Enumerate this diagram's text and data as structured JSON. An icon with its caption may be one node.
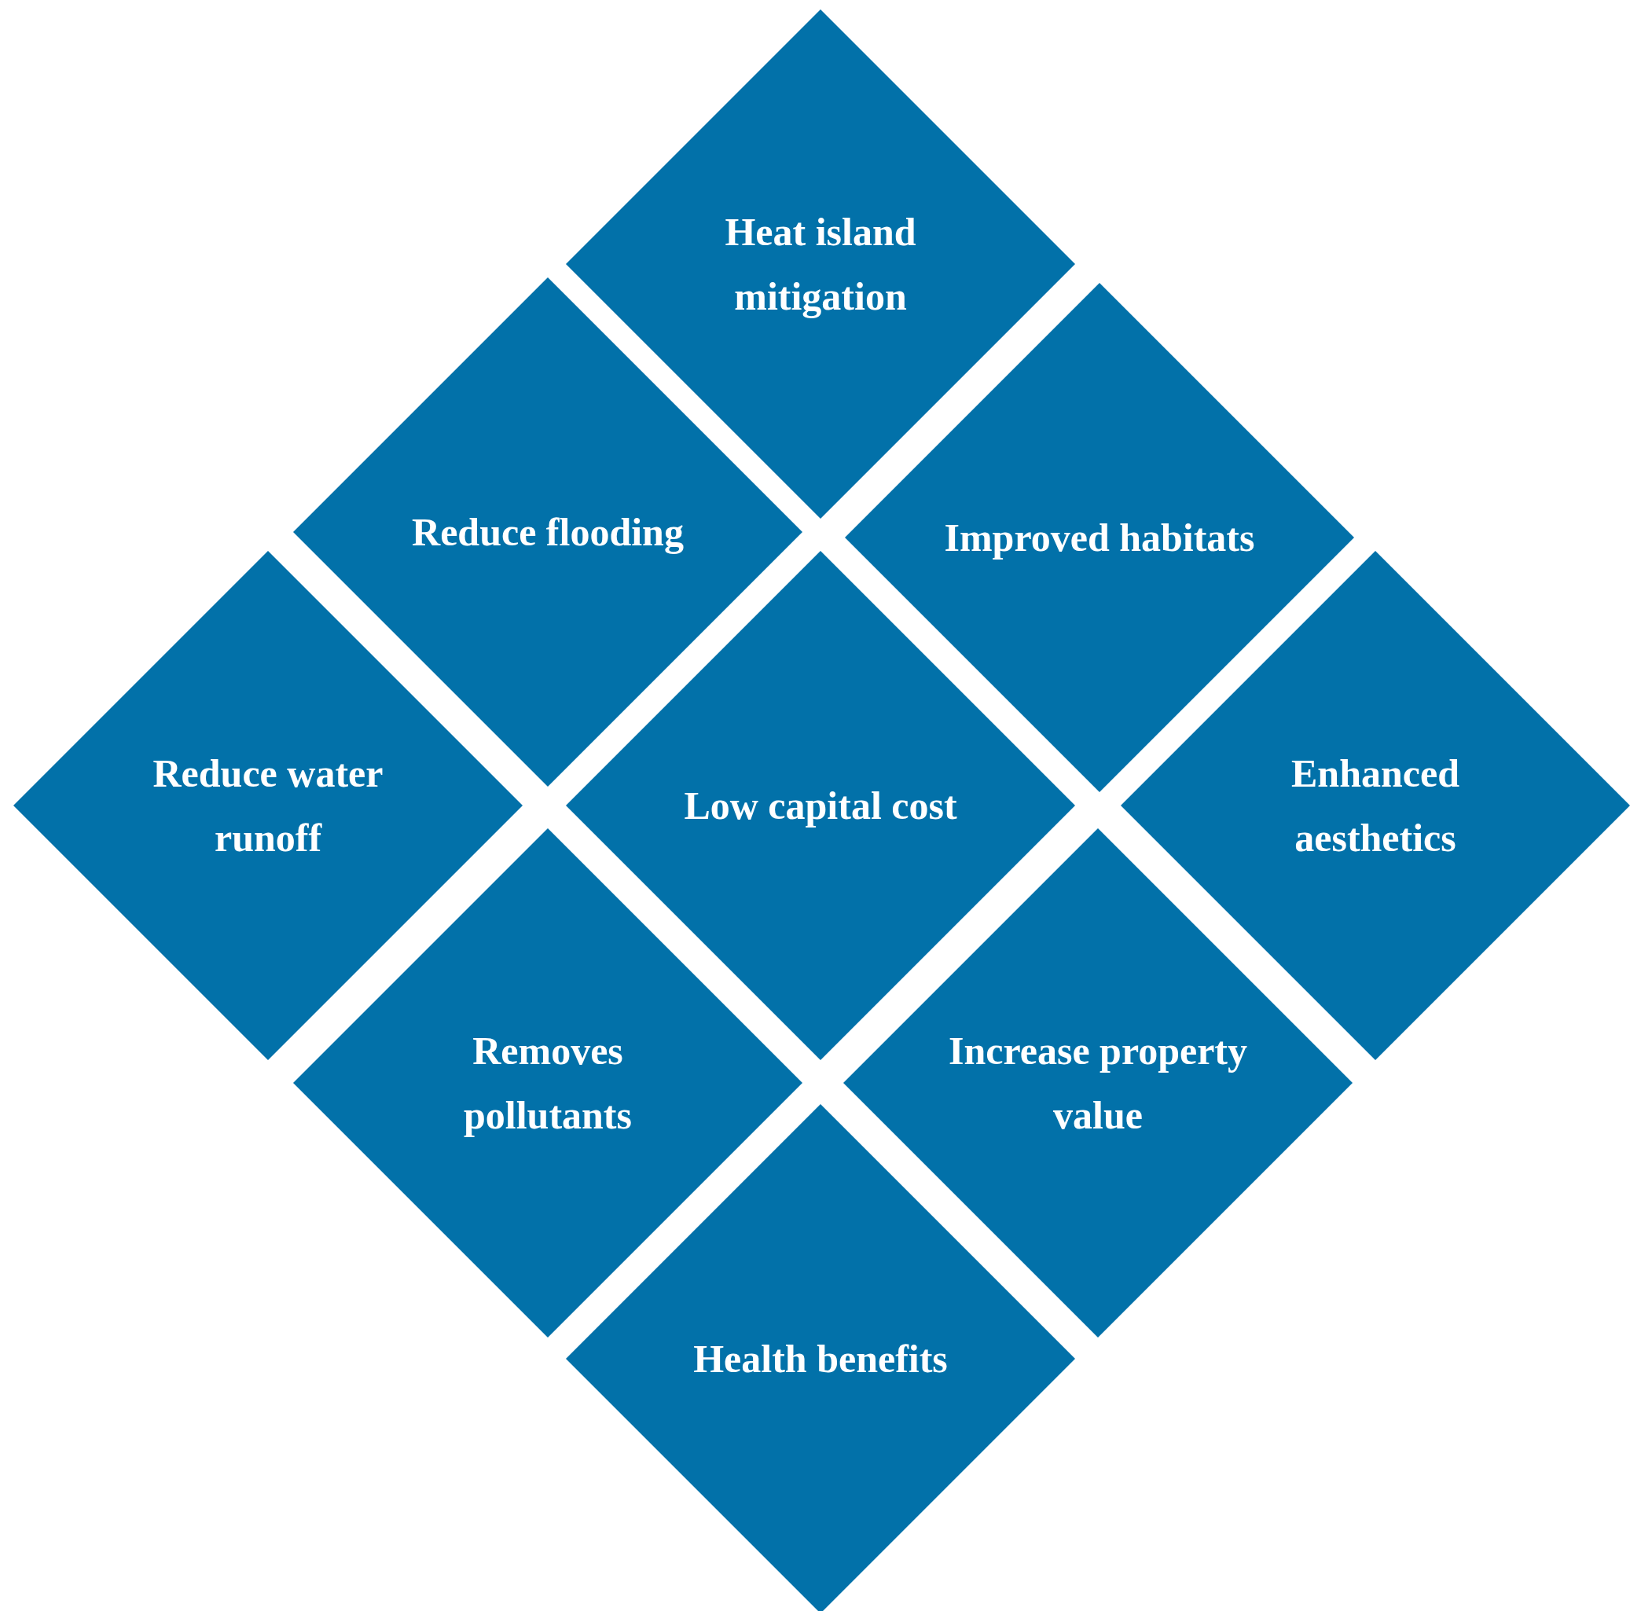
{
  "diagram": {
    "nodes": [
      {
        "text": [
          "Heat island mitigation"
        ]
      },
      {
        "text": [
          "Reduce flooding"
        ]
      },
      {
        "text": [
          "Improved habitats"
        ]
      },
      {
        "text": [
          "Reduce water runoff"
        ]
      },
      {
        "text": [
          "Low capital cost"
        ]
      },
      {
        "text": [
          "Enhanced aesthetics"
        ]
      },
      {
        "text": [
          "Removes pollutants"
        ]
      },
      {
        "text": [
          "Increase property value"
        ]
      },
      {
        "text": [
          "Health benefits"
        ]
      }
    ]
  }
}
